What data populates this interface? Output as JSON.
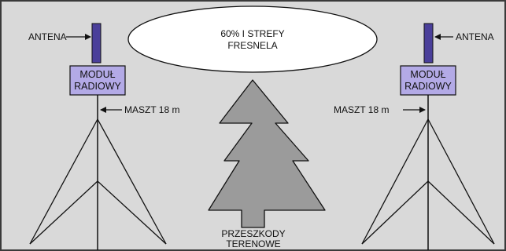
{
  "colors": {
    "background": "#d9d9d9",
    "frame": "#3a3a3a",
    "module_fill": "#b3aae6",
    "antenna_fill": "#4a3f9a",
    "tree_fill": "#9b9b9b",
    "ellipse_fill": "#ffffff",
    "line": "#111111"
  },
  "icons": {
    "antenna": "antenna-icon",
    "tree": "tree-icon",
    "mast": "tower-icon"
  },
  "fresnel": {
    "line1": "60% I STREFY",
    "line2": "FRESNELA"
  },
  "left": {
    "antenna_label": "ANTENA",
    "module_line1": "MODUŁ",
    "module_line2": "RADIOWY",
    "mast_label": "MASZT 18 m"
  },
  "right": {
    "antenna_label": "ANTENA",
    "module_line1": "MODUŁ",
    "module_line2": "RADIOWY",
    "mast_label": "MASZT 18 m"
  },
  "obstacle": {
    "line1": "PRZESZKODY",
    "line2": "TERENOWE"
  }
}
